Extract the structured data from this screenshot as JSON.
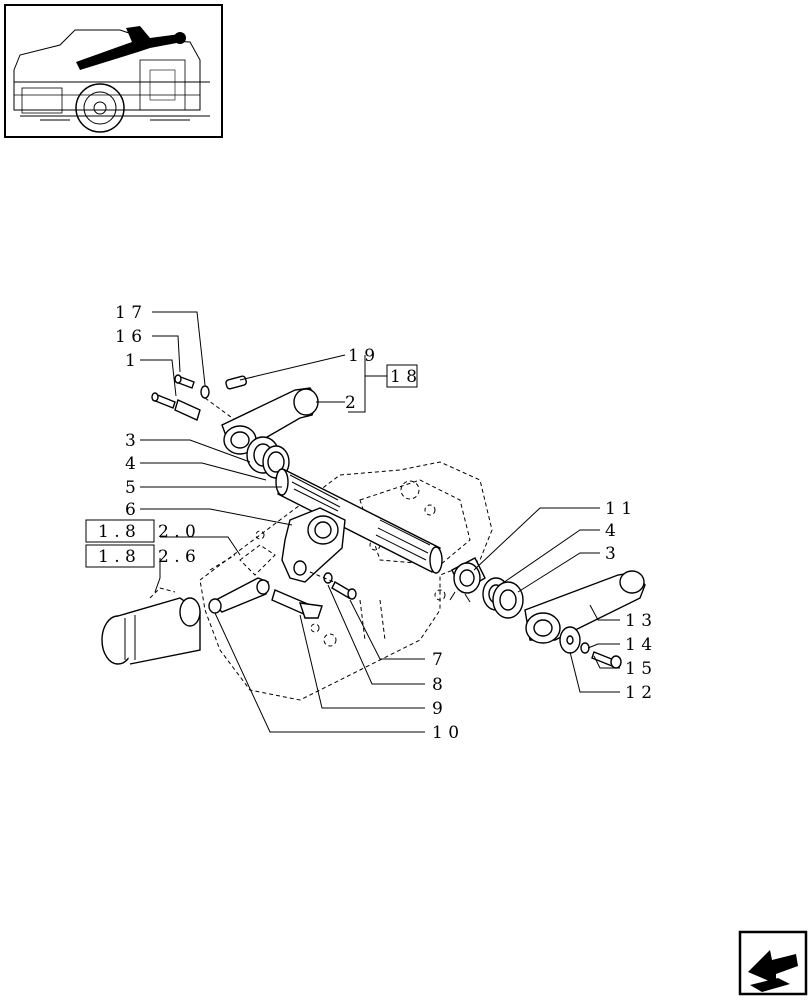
{
  "thumbnail": {
    "icon": "tractor-rear-lift-location-icon"
  },
  "callouts": [
    {
      "id": "c17",
      "text": "1 7"
    },
    {
      "id": "c16",
      "text": "1 6"
    },
    {
      "id": "c1",
      "text": "1"
    },
    {
      "id": "c19",
      "text": "1 9"
    },
    {
      "id": "c18",
      "text": "1 8"
    },
    {
      "id": "c2",
      "text": "2"
    },
    {
      "id": "c3a",
      "text": "3"
    },
    {
      "id": "c4a",
      "text": "4"
    },
    {
      "id": "c5",
      "text": "5"
    },
    {
      "id": "c6",
      "text": "6"
    },
    {
      "id": "c11",
      "text": "1 1"
    },
    {
      "id": "c4b",
      "text": "4"
    },
    {
      "id": "c3b",
      "text": "3"
    },
    {
      "id": "c13",
      "text": "1 3"
    },
    {
      "id": "c14",
      "text": "1 4"
    },
    {
      "id": "c15",
      "text": "1 5"
    },
    {
      "id": "c12",
      "text": "1 2"
    },
    {
      "id": "c7",
      "text": "7"
    },
    {
      "id": "c8",
      "text": "8"
    },
    {
      "id": "c9",
      "text": "9"
    },
    {
      "id": "c10",
      "text": "1 0"
    }
  ],
  "references": [
    {
      "id": "r1",
      "box": "1 . 8",
      "rest": "2 . 0"
    },
    {
      "id": "r2",
      "box": "1 . 8",
      "rest": "2 . 6"
    }
  ],
  "nav": {
    "icon": "next-page-arrow-icon"
  }
}
